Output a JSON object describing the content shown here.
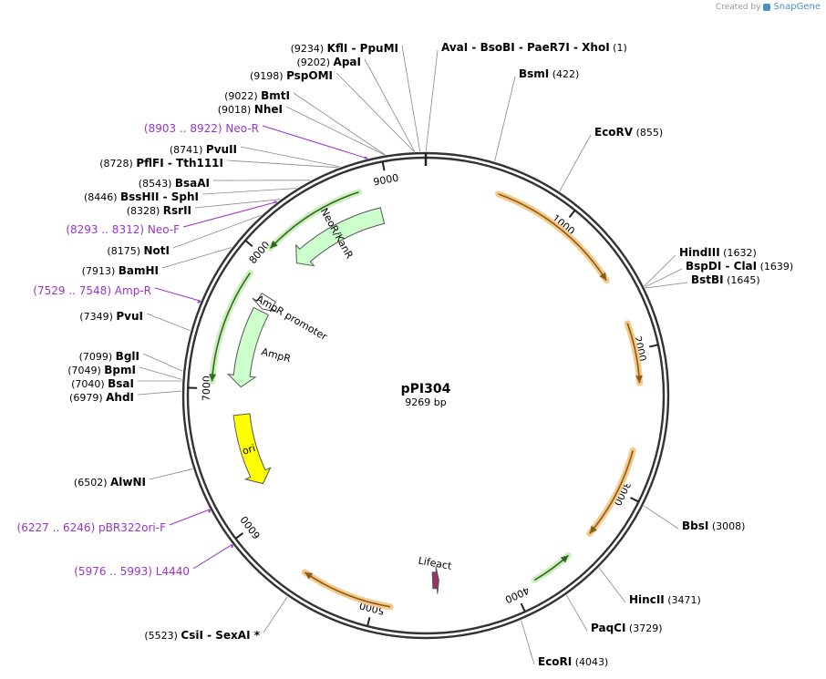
{
  "credit": {
    "prefix": "Created by",
    "brand": "SnapGene"
  },
  "plasmid": {
    "name": "pPI304",
    "size_label": "9269 bp",
    "length": 9269
  },
  "ticks": [
    {
      "pos": 1000,
      "label": "1000"
    },
    {
      "pos": 2000,
      "label": "2000"
    },
    {
      "pos": 3000,
      "label": "3000"
    },
    {
      "pos": 4000,
      "label": "4000"
    },
    {
      "pos": 5000,
      "label": "5000"
    },
    {
      "pos": 6000,
      "label": "6000"
    },
    {
      "pos": 7000,
      "label": "7000"
    },
    {
      "pos": 8000,
      "label": "8000"
    },
    {
      "pos": 9000,
      "label": "9000"
    }
  ],
  "sites": [
    {
      "name": "AvaI  -  BsoBI  -  PaeR7I  -  XhoI",
      "num": "(1)",
      "pos": 1,
      "side": "right"
    },
    {
      "name": "BsmI",
      "num": "(422)",
      "pos": 422,
      "side": "right"
    },
    {
      "name": "EcoRV",
      "num": "(855)",
      "pos": 855,
      "side": "right"
    },
    {
      "name": "HindIII",
      "num": "(1632)",
      "pos": 1632,
      "side": "right"
    },
    {
      "name": "BspDI  -  ClaI",
      "num": "(1639)",
      "pos": 1639,
      "side": "right"
    },
    {
      "name": "BstBI",
      "num": "(1645)",
      "pos": 1645,
      "side": "right"
    },
    {
      "name": "BbsI",
      "num": "(3008)",
      "pos": 3008,
      "side": "right"
    },
    {
      "name": "HincII",
      "num": "(3471)",
      "pos": 3471,
      "side": "right"
    },
    {
      "name": "PaqCI",
      "num": "(3729)",
      "pos": 3729,
      "side": "right"
    },
    {
      "name": "EcoRI",
      "num": "(4043)",
      "pos": 4043,
      "side": "right"
    },
    {
      "name": "CsiI  -  SexAI *",
      "num": "(5523)",
      "pos": 5523,
      "side": "left"
    },
    {
      "name": "AlwNI",
      "num": "(6502)",
      "pos": 6502,
      "side": "left"
    },
    {
      "name": "AhdI",
      "num": "(6979)",
      "pos": 6979,
      "side": "left"
    },
    {
      "name": "BsaI",
      "num": "(7040)",
      "pos": 7040,
      "side": "left"
    },
    {
      "name": "BpmI",
      "num": "(7049)",
      "pos": 7049,
      "side": "left"
    },
    {
      "name": "BglI",
      "num": "(7099)",
      "pos": 7099,
      "side": "left"
    },
    {
      "name": "PvuI",
      "num": "(7349)",
      "pos": 7349,
      "side": "left"
    },
    {
      "name": "BamHI",
      "num": "(7913)",
      "pos": 7913,
      "side": "left"
    },
    {
      "name": "NotI",
      "num": "(8175)",
      "pos": 8175,
      "side": "left"
    },
    {
      "name": "RsrII",
      "num": "(8328)",
      "pos": 8328,
      "side": "left"
    },
    {
      "name": "BssHII  -  SphI",
      "num": "(8446)",
      "pos": 8446,
      "side": "left"
    },
    {
      "name": "BsaAI",
      "num": "(8543)",
      "pos": 8543,
      "side": "left"
    },
    {
      "name": "PflFI  -  Tth111I",
      "num": "(8728)",
      "pos": 8728,
      "side": "left"
    },
    {
      "name": "PvuII",
      "num": "(8741)",
      "pos": 8741,
      "side": "left"
    },
    {
      "name": "NheI",
      "num": "(9018)",
      "pos": 9018,
      "side": "left"
    },
    {
      "name": "BmtI",
      "num": "(9022)",
      "pos": 9022,
      "side": "left"
    },
    {
      "name": "PspOMI",
      "num": "(9198)",
      "pos": 9198,
      "side": "left"
    },
    {
      "name": "ApaI",
      "num": "(9202)",
      "pos": 9202,
      "side": "left"
    },
    {
      "name": "KflI  -  PpuMI",
      "num": "(9234)",
      "pos": 9234,
      "side": "left"
    }
  ],
  "primers": [
    {
      "range": "(8903 .. 8922)",
      "name": "Neo-R",
      "pos": 8912
    },
    {
      "range": "(8293 .. 8312)",
      "name": "Neo-F",
      "pos": 8302
    },
    {
      "range": "(7529 .. 7548)",
      "name": "Amp-R",
      "pos": 7538
    },
    {
      "range": "(6227 .. 6246)",
      "name": "pBR322ori-F",
      "pos": 6236
    },
    {
      "range": "(5976 .. 5993)",
      "name": "L4440",
      "pos": 5984
    }
  ],
  "features": [
    {
      "label": "NeoR/KanR",
      "start": 8920,
      "end": 8130,
      "color": "#ccffcc"
    },
    {
      "label": "AmpR promoter",
      "start": 7775,
      "end": 7670,
      "color": "#ffffff"
    },
    {
      "label": "AmpR",
      "start": 7650,
      "end": 7020,
      "color": "#ccffcc"
    },
    {
      "label": "ori",
      "start": 6800,
      "end": 6220,
      "color": "#ffff00"
    },
    {
      "label": "Lifeact",
      "start": 4580,
      "end": 4530,
      "color": "#993366"
    }
  ],
  "orfs": [
    {
      "start": 510,
      "end": 1480,
      "type": "orange"
    },
    {
      "start": 1810,
      "end": 2230,
      "type": "orange"
    },
    {
      "start": 2700,
      "end": 3350,
      "type": "orange"
    },
    {
      "start": 3850,
      "end": 3560,
      "type": "green"
    },
    {
      "start": 4880,
      "end": 5520,
      "type": "orange"
    },
    {
      "start": 8800,
      "end": 8070,
      "type": "green"
    },
    {
      "start": 7850,
      "end": 7050,
      "type": "green"
    }
  ],
  "colors": {
    "primer": "#9933cc",
    "orange_orf": "#f5c98a",
    "green_orf": "#cfeec0",
    "arrow": "#555555"
  }
}
